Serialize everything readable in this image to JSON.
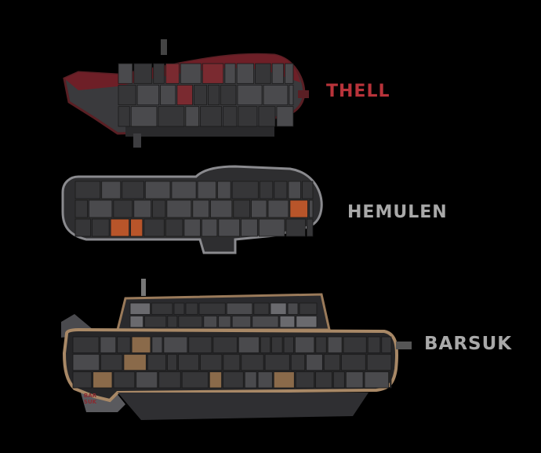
{
  "submarines": [
    {
      "name": "THELL",
      "color": "#b8333a"
    },
    {
      "name": "HEMULEN",
      "color": "#a9a9a9"
    },
    {
      "name": "BARSUK",
      "color": "#a9a9a9"
    }
  ],
  "barsuk_fin_logo": "BAR SUK"
}
